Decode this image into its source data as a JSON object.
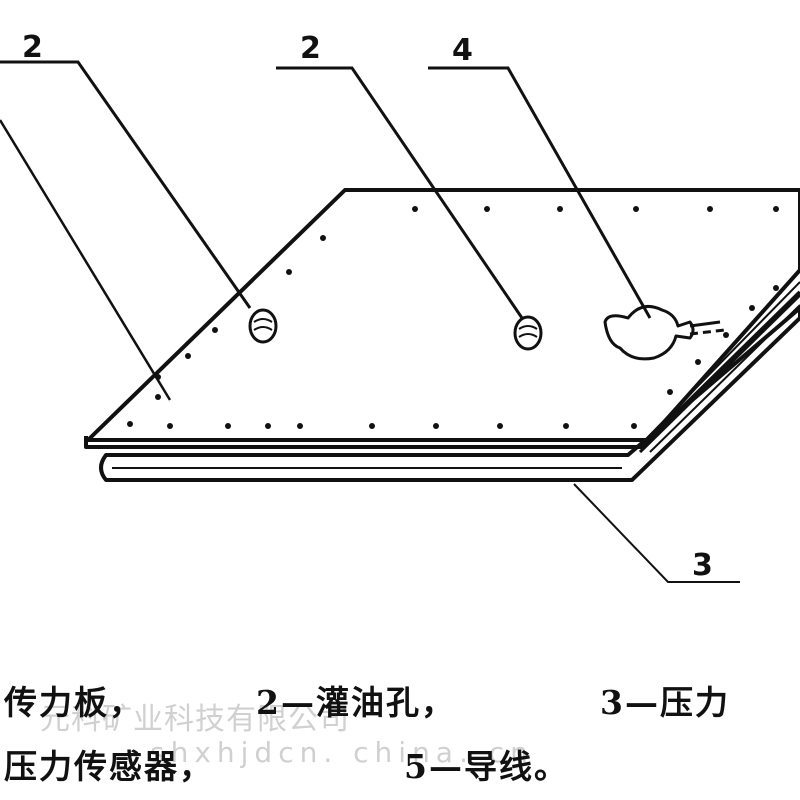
{
  "callouts": [
    "2",
    "2",
    "4",
    "3"
  ],
  "caption": {
    "line1": [
      "传力板，",
      "2—灌油孔，",
      "3—压力"
    ],
    "line2": [
      "压力传感器，",
      "5—导线。"
    ]
  },
  "watermark": {
    "line1": "元科矿业科技有限公司",
    "line2": "shxhjdcn. china. cn"
  },
  "colors": {
    "ink": "#111111",
    "watermark": "#969696"
  }
}
